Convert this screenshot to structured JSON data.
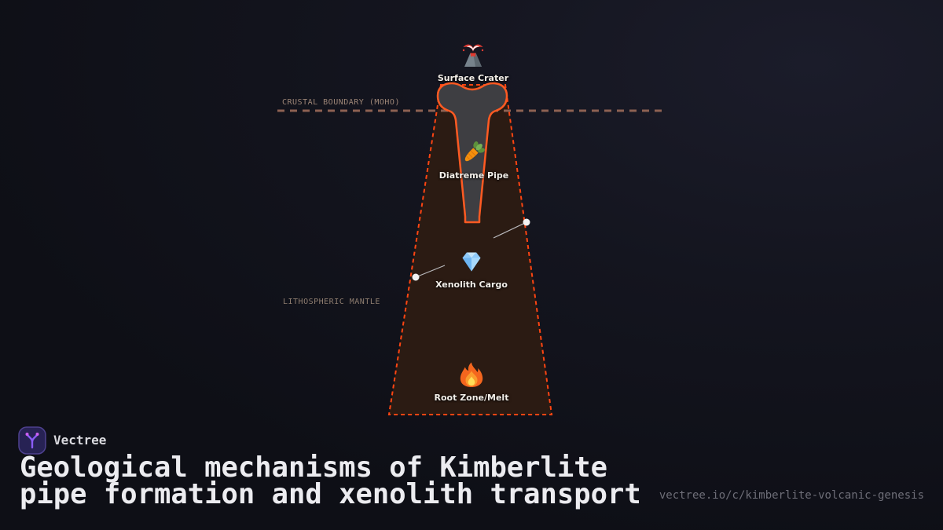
{
  "diagram": {
    "boundary_label": "CRUSTAL BOUNDARY (MOHO)",
    "mantle_label": "LITHOSPHERIC MANTLE",
    "nodes": [
      {
        "id": "surface-crater",
        "icon": "volcano-icon",
        "label": "Surface Crater"
      },
      {
        "id": "diatreme-pipe",
        "icon": "carrot-icon",
        "label": "Diatreme Pipe"
      },
      {
        "id": "xenolith-cargo",
        "icon": "gem-icon",
        "label": "Xenolith Cargo"
      },
      {
        "id": "root-zone-melt",
        "icon": "fire-icon",
        "label": "Root Zone/Melt"
      }
    ],
    "colors": {
      "background": "#12131c",
      "cone_outline": "#ff4512",
      "cone_fill": "#2b1b13",
      "pipe_fill": "#3e3e42",
      "pipe_outline": "#ff5a22",
      "moho_dash": "#8d6152",
      "zone_text": "#9c8576",
      "leader_line": "#b9b9bd",
      "leader_dot": "#f2f2f2"
    }
  },
  "footer": {
    "brand": "Vectree",
    "title_line1": "Geological mechanisms of Kimberlite",
    "title_line2": "pipe formation and xenolith transport",
    "url": "vectree.io/c/kimberlite-volcanic-genesis",
    "brand_accent": "#8b5cf6"
  }
}
